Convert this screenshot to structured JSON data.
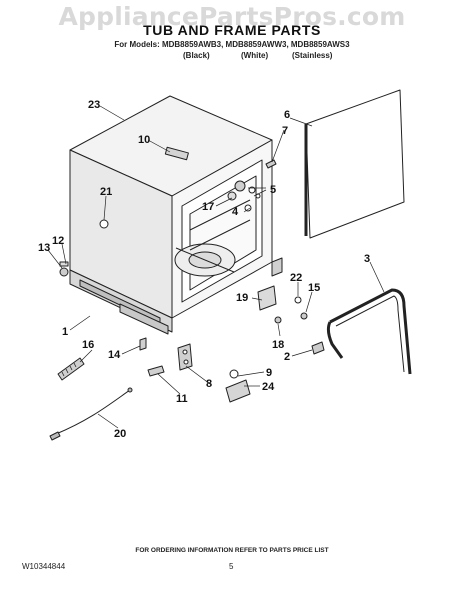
{
  "watermark": "AppliancePartsPros.com",
  "header": {
    "title": "TUB AND FRAME PARTS",
    "models": "For Models: MDB8859AWB3, MDB8859AWW3, MDB8859AWS3",
    "finishes": [
      "(Black)",
      "(White)",
      "(Stainless)"
    ]
  },
  "callouts": [
    "1",
    "2",
    "3",
    "4",
    "5",
    "6",
    "7",
    "8",
    "9",
    "10",
    "11",
    "12",
    "13",
    "14",
    "15",
    "16",
    "17",
    "18",
    "19",
    "20",
    "21",
    "22",
    "23",
    "24"
  ],
  "footer": {
    "ordering_info": "FOR ORDERING INFORMATION REFER TO PARTS PRICE LIST",
    "doc_number": "W10344844",
    "page_number": "5"
  }
}
